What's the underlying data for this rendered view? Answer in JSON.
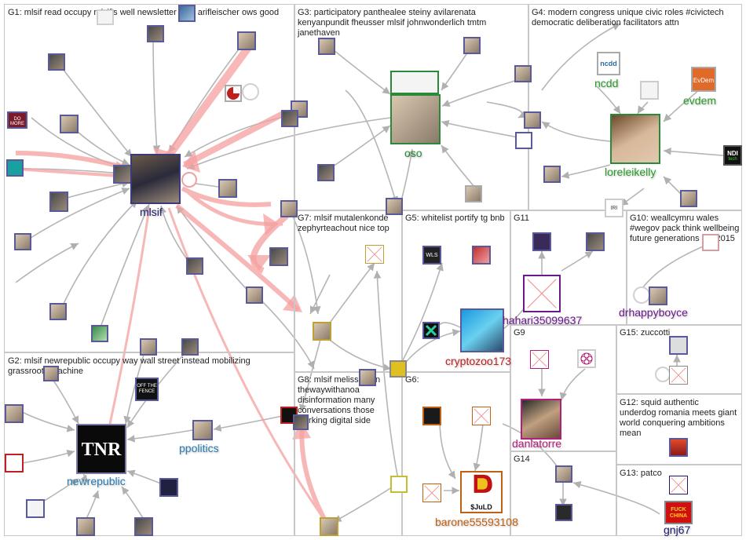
{
  "colors": {
    "group_border": "#c8c8c8",
    "edge_gray": "#b0b0b0",
    "edge_red": "#f08080",
    "mlsif": "#1a1a6a",
    "oso": "#2a8a3a",
    "ncdd": "#2a9a2a",
    "evdem": "#2a9a2a",
    "loreleikelly": "#2a9a2a",
    "newrepublic": "#2a7ab0",
    "ppolitics": "#2a7ab0",
    "cryptozoo173": "#c02020",
    "hahari": "#6a1a8a",
    "drhappyboyce": "#6a1a8a",
    "danlatorre": "#b0207a",
    "barone": "#c06010",
    "gnj67": "#1a1a6a"
  },
  "groups": [
    {
      "id": "G1",
      "text": "G1: mlsif read occupy mlsif's well newsletter time arifleischer ows good"
    },
    {
      "id": "G2",
      "text": "G2: mlsif newrepublic occupy way wall street instead mobilizing grassroots machine"
    },
    {
      "id": "G3",
      "text": "G3: participatory panthealee steiny avilarenata kenyanpundit fheusser mlsif johnwonderlich tmtm janethaven"
    },
    {
      "id": "G4",
      "text": "G4: modern congress unique civic roles #civictech democratic deliberation facilitators attn"
    },
    {
      "id": "G5",
      "text": "G5: whitelist portify tg bnb"
    },
    {
      "id": "G6",
      "text": "G6:"
    },
    {
      "id": "G7",
      "text": "G7: mlsif mutalenkonde zephyrteachout nice top"
    },
    {
      "id": "G8",
      "text": "G8: mlsif melissaryan thewaywithanoa disinformation many conversations those working digital side"
    },
    {
      "id": "G9",
      "text": "G9"
    },
    {
      "id": "G10",
      "text": "G10: weallcymru wales #wegov pack think wellbeing future generations act 2015"
    },
    {
      "id": "G11",
      "text": "G11"
    },
    {
      "id": "G12",
      "text": "G12: squid authentic underdog romania meets giant world conquering ambitions mean"
    },
    {
      "id": "G13",
      "text": "G13: patco"
    },
    {
      "id": "G14",
      "text": "G14"
    },
    {
      "id": "G15",
      "text": "G15: zuccotti"
    }
  ],
  "labels": {
    "mlsif": "mlsif",
    "oso": "oso",
    "ncdd": "ncdd",
    "evdem": "evdem",
    "loreleikelly": "loreleikelly",
    "newrepublic": "newrepublic",
    "ppolitics": "ppolitics",
    "cryptozoo173": "cryptozoo173",
    "hahari": "hahari35099637",
    "drhappyboyce": "drhappyboyce",
    "danlatorre": "danlatorre",
    "barone": "barone55593108",
    "gnj67": "gnj67"
  },
  "logos": {
    "tnr": "TNR",
    "ncdd_logo": "ncdd",
    "evdem_logo": "EvDem",
    "ndi": "NDI",
    "ndi_sub": "tech",
    "wls": "WLS",
    "juld": "$JuLD",
    "fuck_china": "FUCK CHINA",
    "offthefence": "OFF THE FENCE",
    "iri": "IRI",
    "do_more": "DO MORE"
  }
}
